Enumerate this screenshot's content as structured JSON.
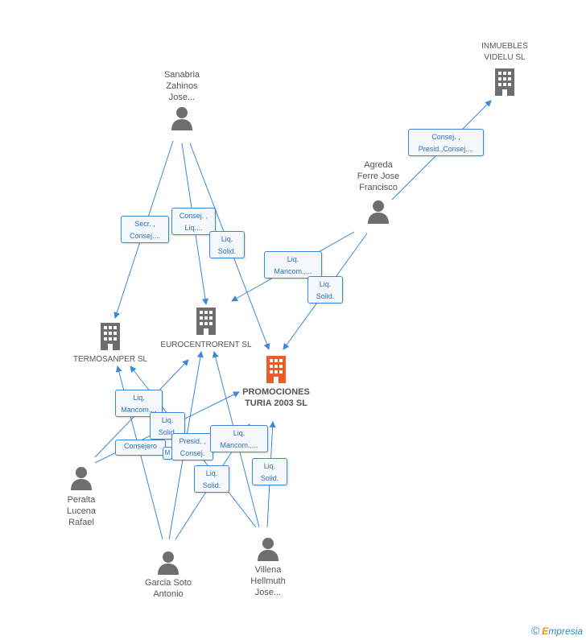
{
  "nodes": {
    "sanabria": {
      "label": "Sanabria\nZahinos\nJose...",
      "type": "person"
    },
    "inmuebles": {
      "label": "INMUEBLES\nVIDELU SL",
      "type": "company"
    },
    "agreda": {
      "label": "Agreda\nFerre Jose\nFrancisco",
      "type": "person"
    },
    "termosanper": {
      "label": "TERMOSANPER SL",
      "type": "company"
    },
    "eurocentrorent": {
      "label": "EUROCENTRORENT SL",
      "type": "company"
    },
    "promociones": {
      "label": "PROMOCIONES\nTURIA 2003 SL",
      "type": "main-company"
    },
    "peralta": {
      "label": "Peralta\nLucena\nRafael",
      "type": "person"
    },
    "garcia": {
      "label": "Garcia Soto\nAntonio",
      "type": "person"
    },
    "villena": {
      "label": "Villena\nHellmuth\nJose...",
      "type": "person"
    }
  },
  "relations": [
    {
      "id": "r1",
      "text": "Consej. ,\nPresid.,Consej...."
    },
    {
      "id": "r2",
      "text": "Secr. ,\nConsej...."
    },
    {
      "id": "r3",
      "text": "Consej. ,\nLiq...."
    },
    {
      "id": "r4",
      "text": "Liq.\nSolid."
    },
    {
      "id": "r5",
      "text": "Liq.\nMancom.,..."
    },
    {
      "id": "r6",
      "text": "Liq.\nSolid."
    },
    {
      "id": "r7",
      "text": "Liq.\nMancom...."
    },
    {
      "id": "r8",
      "text": "Liq.\nSolid."
    },
    {
      "id": "r9",
      "text": "Consejero"
    },
    {
      "id": "r10",
      "text": "M"
    },
    {
      "id": "r11",
      "text": "Presid. ,\nConsej."
    },
    {
      "id": "r12",
      "text": "Liq.\nMancom.,..."
    },
    {
      "id": "r13",
      "text": "Liq.\nSolid."
    },
    {
      "id": "r14",
      "text": "Liq.\nSolid."
    }
  ],
  "colors": {
    "edge": "#3b87d8",
    "icon": "#6e6e6e",
    "main_icon": "#f05a28"
  },
  "footer": {
    "copyright": "©",
    "brand_initial": "E",
    "brand_rest": "mpresia"
  }
}
